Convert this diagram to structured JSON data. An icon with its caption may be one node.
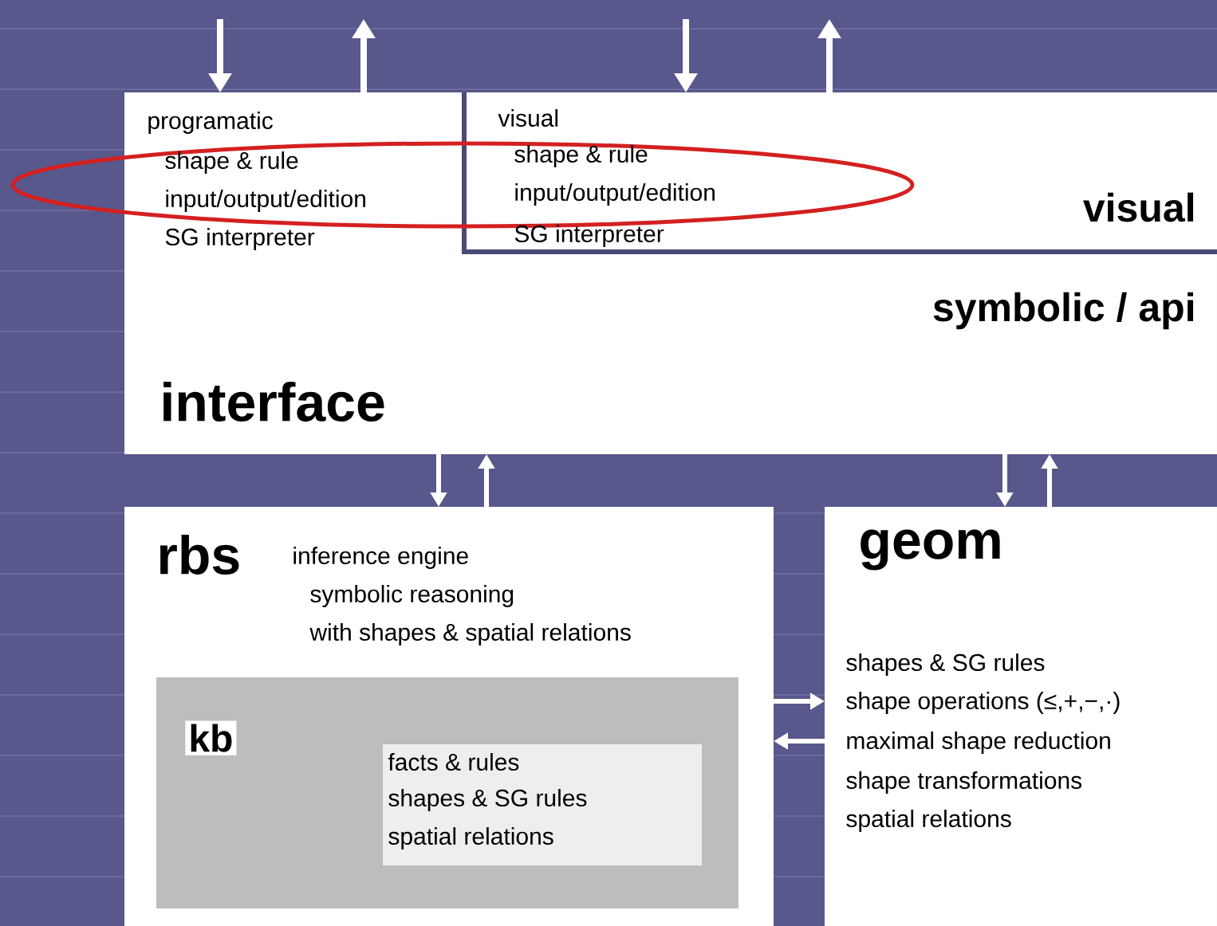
{
  "diagram": {
    "nodes": [
      {
        "text": [
          "symbolic / api",
          "interface"
        ]
      },
      {
        "text": [
          "programatic",
          "shape & rule",
          "input/output/edition",
          "SG interpreter"
        ],
        "in": 0
      },
      {
        "text": [
          "visual",
          "shape & rule",
          "input/output/edition",
          "SG interpreter",
          "visual"
        ],
        "in": 0
      },
      {
        "text": [
          "rbs",
          "inference engine",
          "symbolic reasoning",
          "with shapes & spatial relations"
        ]
      },
      {
        "text": [
          "kb"
        ],
        "in": 3
      },
      {
        "text": [
          "facts & rules",
          "shapes & SG rules",
          "spatial relations"
        ],
        "in": 4
      },
      {
        "text": [
          "geom",
          "shapes & SG rules",
          "shape operations (≤,+,−,·)",
          "maximal shape reduction",
          "shape transformations",
          "spatial relations"
        ]
      }
    ],
    "edges": [
      {
        "from": null,
        "to": 1,
        "arrow": "to"
      },
      {
        "from": 1,
        "to": null,
        "arrow": "to"
      },
      {
        "from": null,
        "to": 2,
        "arrow": "to"
      },
      {
        "from": 2,
        "to": null,
        "arrow": "to"
      },
      {
        "from": 0,
        "to": 3,
        "arrow": "to"
      },
      {
        "from": 3,
        "to": 0,
        "arrow": "to"
      },
      {
        "from": 0,
        "to": 6,
        "arrow": "to"
      },
      {
        "from": 6,
        "to": 0,
        "arrow": "to"
      },
      {
        "from": 3,
        "to": 6,
        "arrow": "to"
      },
      {
        "from": 6,
        "to": 3,
        "arrow": "to"
      }
    ]
  }
}
